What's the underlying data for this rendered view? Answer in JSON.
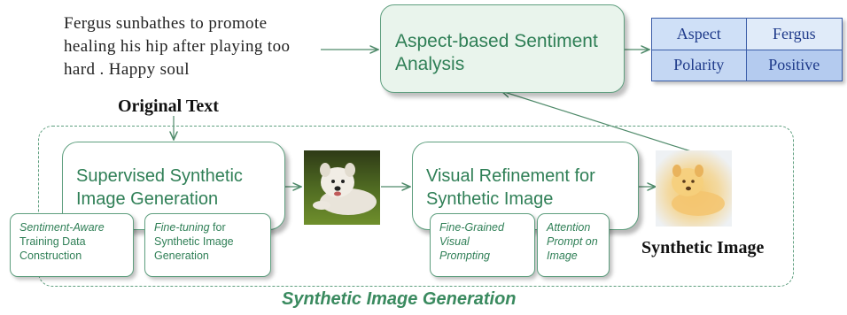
{
  "input_text": "Fergus sunbathes to promote healing his hip after playing too hard . Happy soul",
  "absa_box": "Aspect-based Sentiment Analysis",
  "output_table": {
    "row1": {
      "key": "Aspect",
      "value": "Fergus"
    },
    "row2": {
      "key": "Polarity",
      "value": "Positive"
    }
  },
  "original_text_label": "Original Text",
  "supervised_box": "Supervised Synthetic Image Generation",
  "sub_sentiment": {
    "italic": "Sentiment-Aware",
    "rest": "Training Data Construction"
  },
  "sub_finetune": {
    "italic": "Fine-tuning",
    "rest1": " for",
    "rest2": "Synthetic Image",
    "rest3": "Generation"
  },
  "visual_box": "Visual Refinement for Synthetic Image",
  "sub_finegrained": "Fine-Grained Visual Prompting",
  "sub_attention": "Attention Prompt on Image",
  "synthetic_image_label": "Synthetic Image",
  "footer_label": "Synthetic Image Generation",
  "colors": {
    "green": "#2f7f56",
    "box_fill": "#e9f4ec",
    "table_blue": "#3a5da8"
  }
}
